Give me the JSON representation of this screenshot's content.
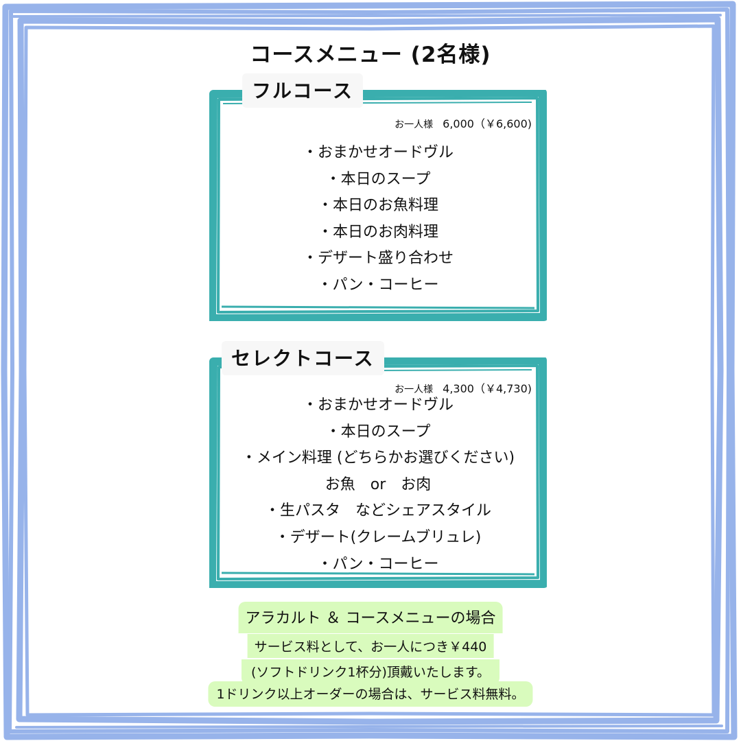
{
  "page": {
    "title": "コースメニュー (2名様)"
  },
  "colors": {
    "outer_frame": "#97b3ea",
    "course_border": "#3aaeae",
    "note_bg": "#d9fbbd",
    "title_bg": "#f7f7f7"
  },
  "full_course": {
    "title": "フルコース",
    "price_label": "お一人様",
    "price": "6,000（￥6,600)",
    "items": [
      "・おまかせオードヴル",
      "・本日のスープ",
      "・本日のお魚料理",
      "・本日のお肉料理",
      "・デザート盛り合わせ",
      "・パン・コーヒー"
    ]
  },
  "select_course": {
    "title": "セレクトコース",
    "price_label": "お一人様",
    "price": "4,300（￥4,730)",
    "items": [
      "・おまかせオードヴル",
      "・本日のスープ",
      "・メイン料理 (どちらかお選びください)",
      "お魚　or　お肉",
      "・生パスタ　などシェアスタイル",
      "・デザート(クレームブリュレ)",
      "・パン・コーヒー"
    ]
  },
  "note": {
    "line1": "アラカルト ＆ コースメニューの場合",
    "line2": "サービス料として、お一人につき￥440",
    "line3": "(ソフトドリンク1杯分)頂戴いたします。",
    "line4": "1ドリンク以上オーダーの場合は、サービス料無料。"
  }
}
